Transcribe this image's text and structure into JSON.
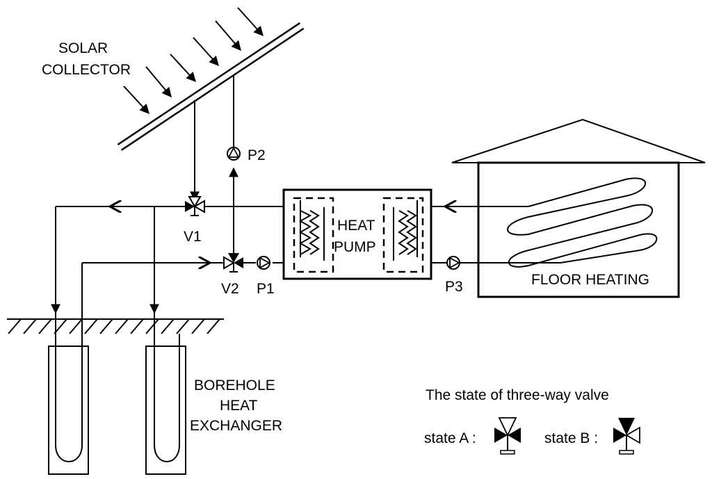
{
  "labels": {
    "solar_line1": "SOLAR",
    "solar_line2": "COLLECTOR",
    "pump_p2": "P2",
    "pump_p1": "P1",
    "pump_p3": "P3",
    "valve_v1": "V1",
    "valve_v2": "V2",
    "heat_pump_line1": "HEAT",
    "heat_pump_line2": "PUMP",
    "floor_heating": "FLOOR HEATING",
    "borehole_line1": "BOREHOLE",
    "borehole_line2": "HEAT",
    "borehole_line3": "EXCHANGER"
  },
  "legend": {
    "title": "The state of three-way valve",
    "state_a": "state A :",
    "state_b": "state B :"
  }
}
